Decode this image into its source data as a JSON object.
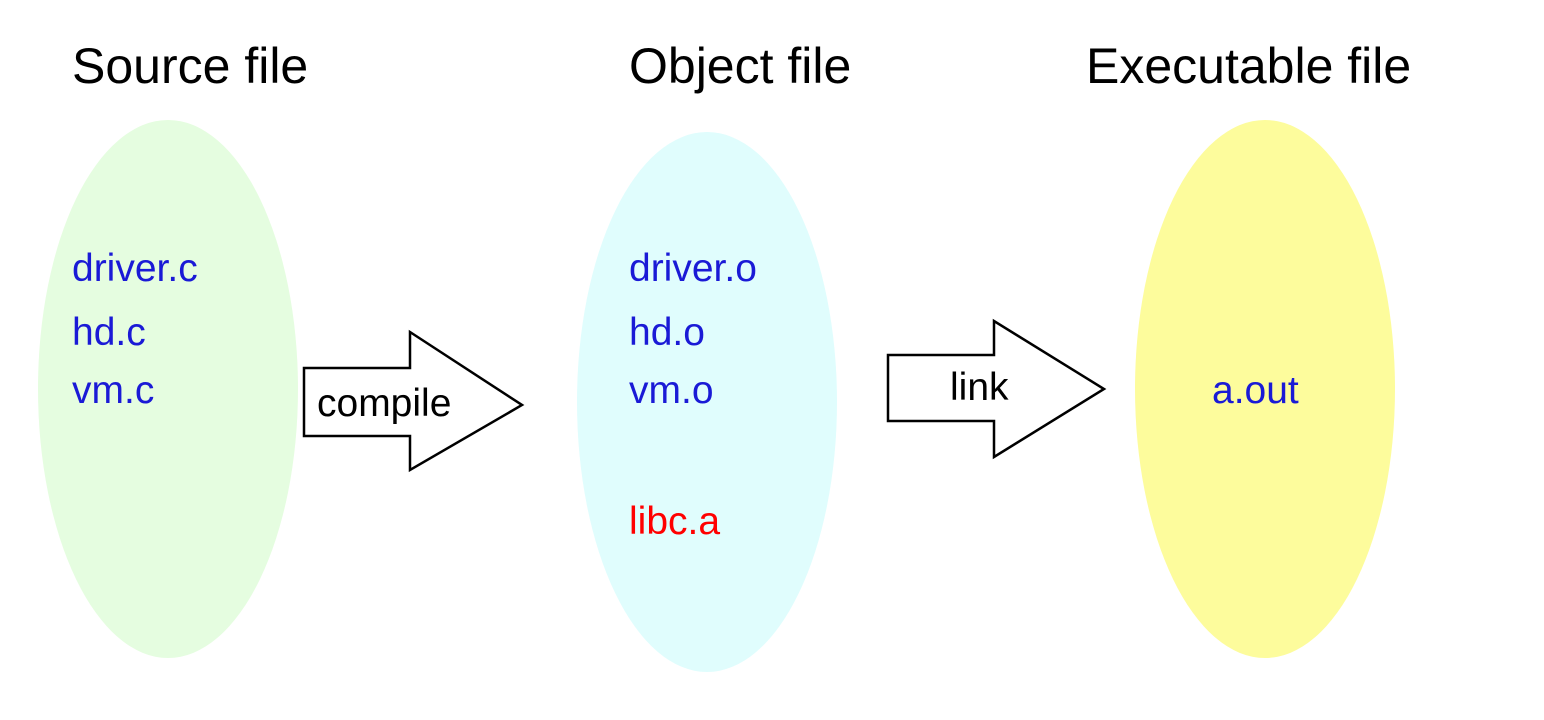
{
  "headings": {
    "source": "Source file",
    "object": "Object file",
    "executable": "Executable file"
  },
  "source_files": [
    "driver.c",
    "hd.c",
    "vm.c"
  ],
  "object_files": [
    "driver.o",
    "hd.o",
    "vm.o"
  ],
  "library_file": "libc.a",
  "executable_file": "a.out",
  "arrows": {
    "compile": "compile",
    "link": "link"
  },
  "colors": {
    "source_fill": "#e5fde0",
    "object_fill": "#e0fdfd",
    "executable_fill": "#fdfc9c",
    "file_text": "#1a1ad6",
    "library_text": "#ff0000"
  }
}
